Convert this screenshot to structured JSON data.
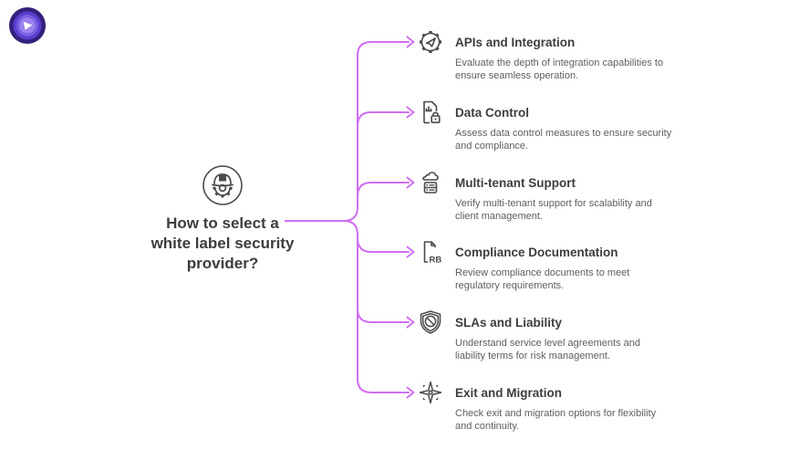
{
  "theme": {
    "accent": "#d06ef2",
    "ink": "#3d3d3d",
    "muted": "#5e5e5e",
    "icon": "#4a4a4a"
  },
  "brand": {
    "logo_icon": "purple-rings-pick-logo",
    "colors": {
      "ring1": "#34207c",
      "ring2": "#5a3fd0",
      "ring3": "#7c5fe3",
      "ring4": "#9b82ee",
      "pick": "#ffffff"
    }
  },
  "center": {
    "icon": "engineer-helmet-gear-icon",
    "title": "How to select a white label security provider?"
  },
  "connector": {
    "color": "#d06ef2"
  },
  "branches": [
    {
      "icon": "gear-paper-plane-icon",
      "title": "APIs and Integration",
      "description": "Evaluate the depth of integration capabilities to ensure seamless operation."
    },
    {
      "icon": "document-chart-lock-icon",
      "title": "Data Control",
      "description": "Assess data control measures to ensure security and compliance."
    },
    {
      "icon": "cloud-server-icon",
      "title": "Multi-tenant Support",
      "description": "Verify multi-tenant support for scalability and client management."
    },
    {
      "icon": "document-rb-icon",
      "title": "Compliance Documentation",
      "description": "Review compliance documents to meet regulatory requirements."
    },
    {
      "icon": "shield-slash-icon",
      "title": "SLAs and Liability",
      "description": "Understand service level agreements and liability terms for risk management."
    },
    {
      "icon": "compass-star-icon",
      "title": "Exit and Migration",
      "description": "Check exit and migration options for flexibility and continuity."
    }
  ]
}
